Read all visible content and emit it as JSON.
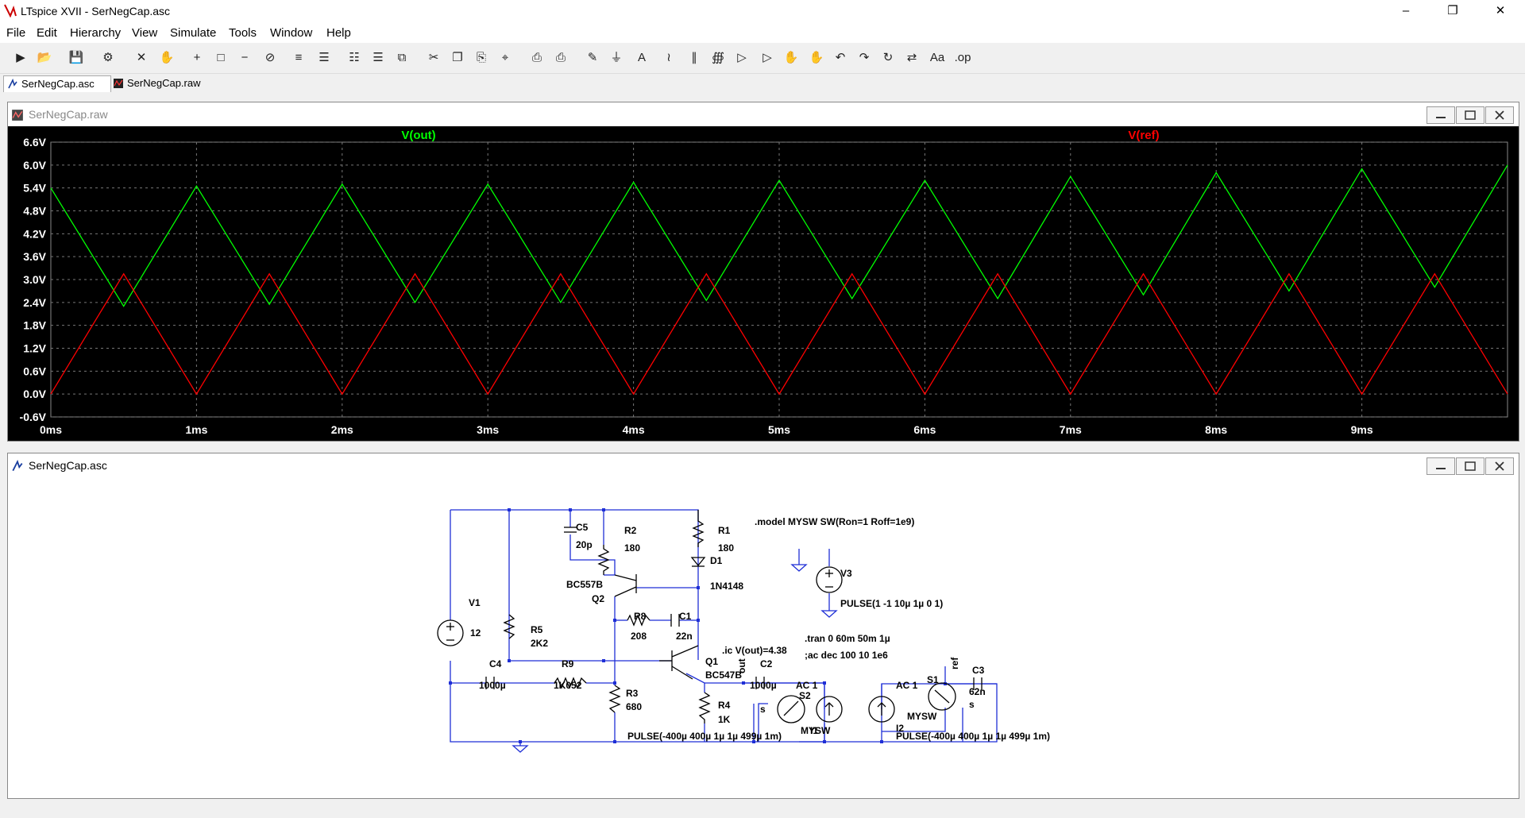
{
  "app": {
    "title": "LTspice XVII - SerNegCap.asc"
  },
  "menu": [
    "File",
    "Edit",
    "Hierarchy",
    "View",
    "Simulate",
    "Tools",
    "Window",
    "Help"
  ],
  "toolbar": [
    "run",
    "open",
    "save",
    "control-panel",
    "halt",
    "pan",
    "zoom-in",
    "zoom-full",
    "zoom-out",
    "zoom-cancel",
    "autorange",
    "cursor-grid",
    "tile-horizontal",
    "tile-vertical",
    "cascade",
    "cut",
    "copy",
    "paste",
    "find",
    "print",
    "print-setup",
    "draw-wire",
    "ground",
    "label-net",
    "resistor",
    "capacitor",
    "inductor",
    "diode",
    "component",
    "move",
    "drag",
    "undo",
    "redo",
    "rotate",
    "mirror",
    "text",
    "spice-directive"
  ],
  "tabs": [
    {
      "label": "SerNegCap.asc",
      "active": true
    },
    {
      "label": "SerNegCap.raw",
      "active": false
    }
  ],
  "waveform_window": {
    "title": "SerNegCap.raw"
  },
  "schematic_window": {
    "title": "SerNegCap.asc"
  },
  "chart_data": {
    "type": "line",
    "title": "",
    "xlabel": "",
    "ylabel": "",
    "xlim": [
      0,
      10
    ],
    "ylim": [
      -0.6,
      6.6
    ],
    "x_ticks": [
      "0ms",
      "1ms",
      "2ms",
      "3ms",
      "4ms",
      "5ms",
      "6ms",
      "7ms",
      "8ms",
      "9ms"
    ],
    "y_ticks": [
      "6.6V",
      "6.0V",
      "5.4V",
      "4.8V",
      "4.2V",
      "3.6V",
      "3.0V",
      "2.4V",
      "1.8V",
      "1.2V",
      "0.6V",
      "0.0V",
      "-0.6V"
    ],
    "legend": [
      "V(out)",
      "V(ref)"
    ],
    "grid": true,
    "series": [
      {
        "name": "V(out)",
        "color": "#00ff00",
        "x": [
          0,
          0.5,
          1,
          1.5,
          2,
          2.5,
          3,
          3.5,
          4,
          4.5,
          5,
          5.5,
          6,
          6.5,
          7,
          7.5,
          8,
          8.5,
          9,
          9.5,
          10
        ],
        "y": [
          5.4,
          2.3,
          5.45,
          2.35,
          5.5,
          2.4,
          5.5,
          2.4,
          5.55,
          2.45,
          5.6,
          2.5,
          5.6,
          2.5,
          5.7,
          2.6,
          5.8,
          2.7,
          5.9,
          2.8,
          6.0
        ]
      },
      {
        "name": "V(ref)",
        "color": "#ff0000",
        "x": [
          0,
          0.5,
          1,
          1.5,
          2,
          2.5,
          3,
          3.5,
          4,
          4.5,
          5,
          5.5,
          6,
          6.5,
          7,
          7.5,
          8,
          8.5,
          9,
          9.5,
          10
        ],
        "y": [
          0,
          3.15,
          0,
          3.15,
          0,
          3.15,
          0,
          3.15,
          0,
          3.15,
          0,
          3.15,
          0,
          3.15,
          0,
          3.15,
          0,
          3.15,
          0,
          3.15,
          0
        ]
      }
    ]
  },
  "schematic": {
    "texts": [
      ".model MYSW SW(Ron=1 Roff=1e9)",
      "C5",
      "20p",
      "R2",
      "180",
      "R1",
      "180",
      "D1",
      "1N4148",
      "BC557B",
      "Q2",
      "V3",
      "PULSE(1 -1 10µ 1µ 0 1)",
      "V1",
      "12",
      "R5",
      "2K2",
      "R8",
      "208",
      "C1",
      "22n",
      ".tran 0 60m 50m 1µ",
      ";ac dec 100 10 1e6",
      ".ic V(out)=4.38",
      "Q1",
      "BC547B",
      "out",
      "C4",
      "1000µ",
      "R9",
      "1K052",
      "R3",
      "680",
      "R4",
      "1K",
      "C2",
      "1000µ",
      "AC 1",
      "S2",
      "MYSW",
      "s",
      "ref",
      "C3",
      "62n",
      "S1",
      "AC 1",
      "I2",
      "MYSW",
      "s",
      "PULSE(-400µ 400µ 1µ 1µ 499µ 1m)",
      "PULSE(-400µ 400µ 1µ 1µ 499µ 1m)",
      "I1"
    ]
  }
}
